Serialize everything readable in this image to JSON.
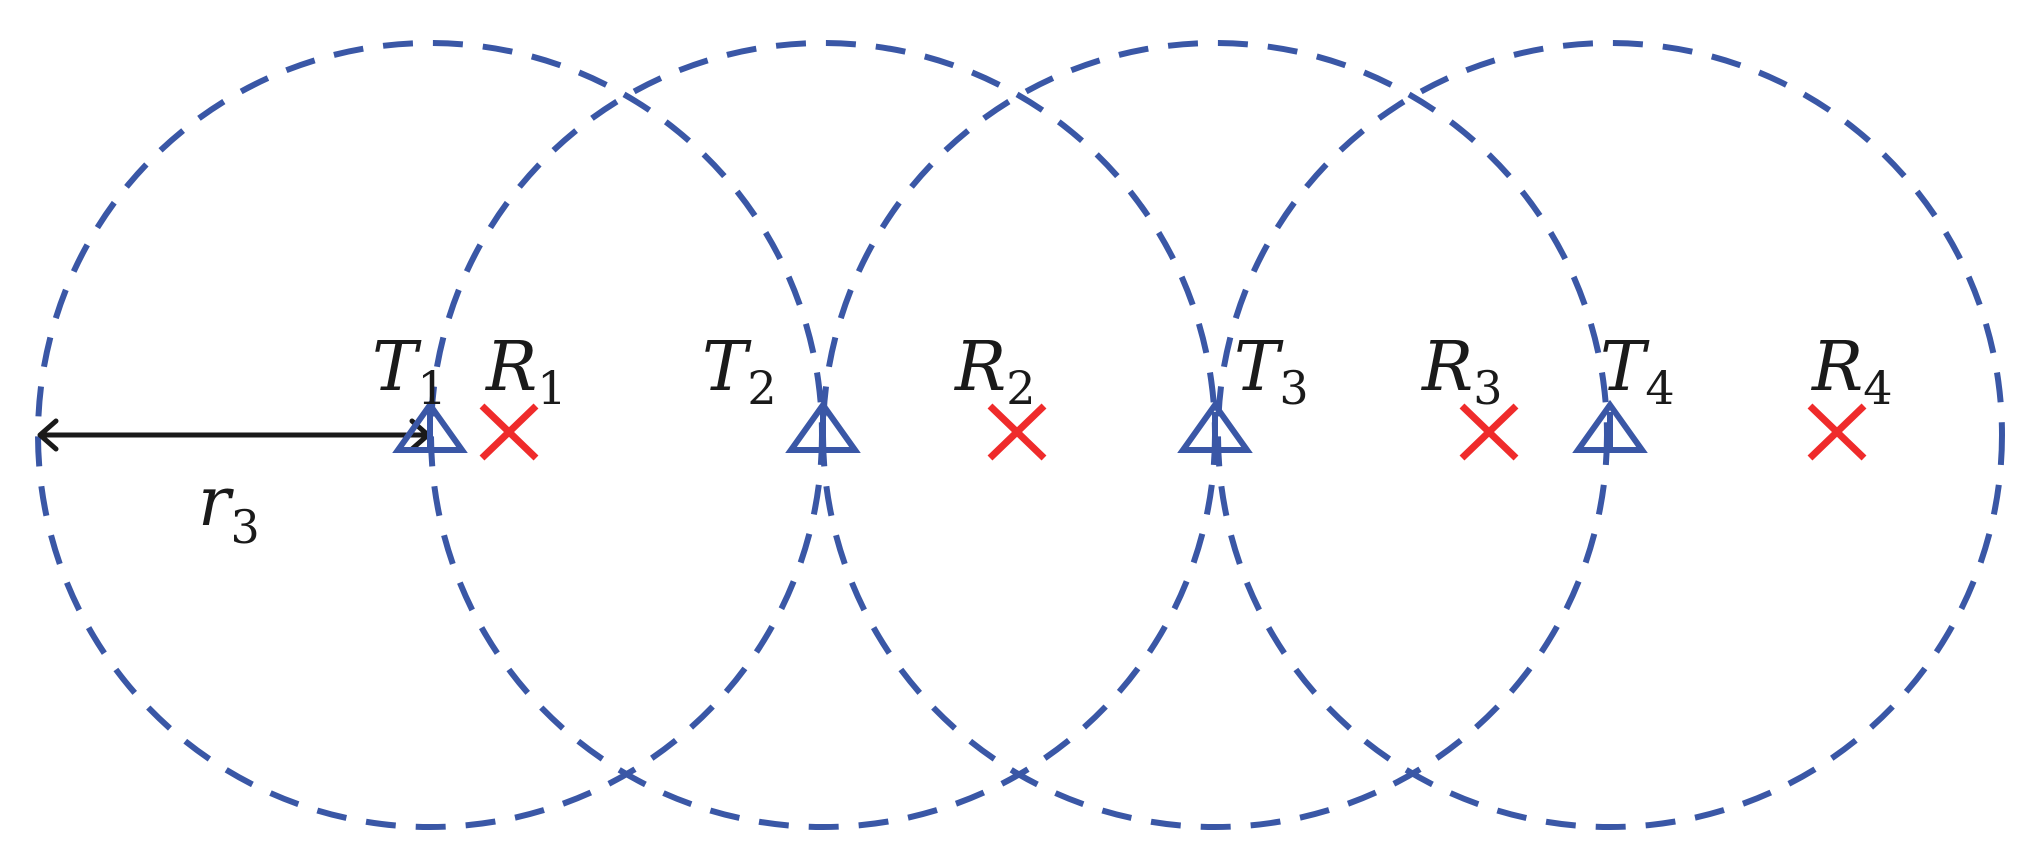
{
  "colors": {
    "coverage_circle": "#3a57a6",
    "transmitter": "#3a57a6",
    "receiver": "#ef2b2b",
    "text": "#1a1a1a",
    "background": "#ffffff"
  },
  "radius_label": {
    "symbol": "r",
    "subscript": "3"
  },
  "transmitters": [
    {
      "symbol": "T",
      "subscript": "1"
    },
    {
      "symbol": "T",
      "subscript": "2"
    },
    {
      "symbol": "T",
      "subscript": "3"
    },
    {
      "symbol": "T",
      "subscript": "4"
    }
  ],
  "receivers": [
    {
      "symbol": "R",
      "subscript": "1"
    },
    {
      "symbol": "R",
      "subscript": "2"
    },
    {
      "symbol": "R",
      "subscript": "3"
    },
    {
      "symbol": "R",
      "subscript": "4"
    }
  ]
}
